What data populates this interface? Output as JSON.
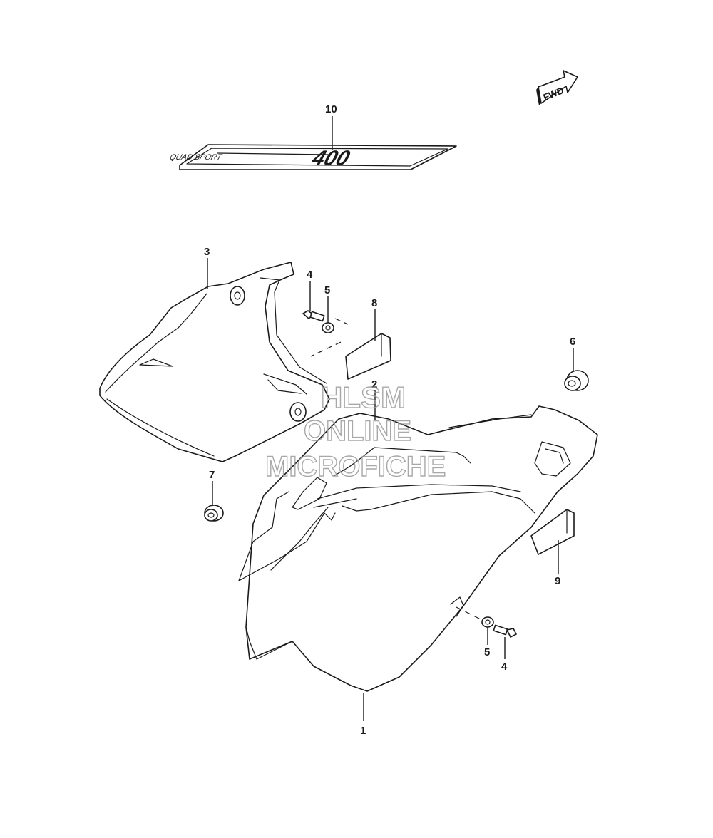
{
  "callouts": {
    "c1": "1",
    "c2": "2",
    "c3": "3",
    "c4a": "4",
    "c4b": "4",
    "c5a": "5",
    "c5b": "5",
    "c6": "6",
    "c7": "7",
    "c8": "8",
    "c9": "9",
    "c10": "10"
  },
  "fwd_label": "FWD",
  "decal": {
    "script_text": "QUAD SPORT",
    "model_number": "400"
  },
  "watermark": {
    "line1": "HLSM",
    "line2": "ONLINE",
    "line3": "MICROFICHE"
  }
}
